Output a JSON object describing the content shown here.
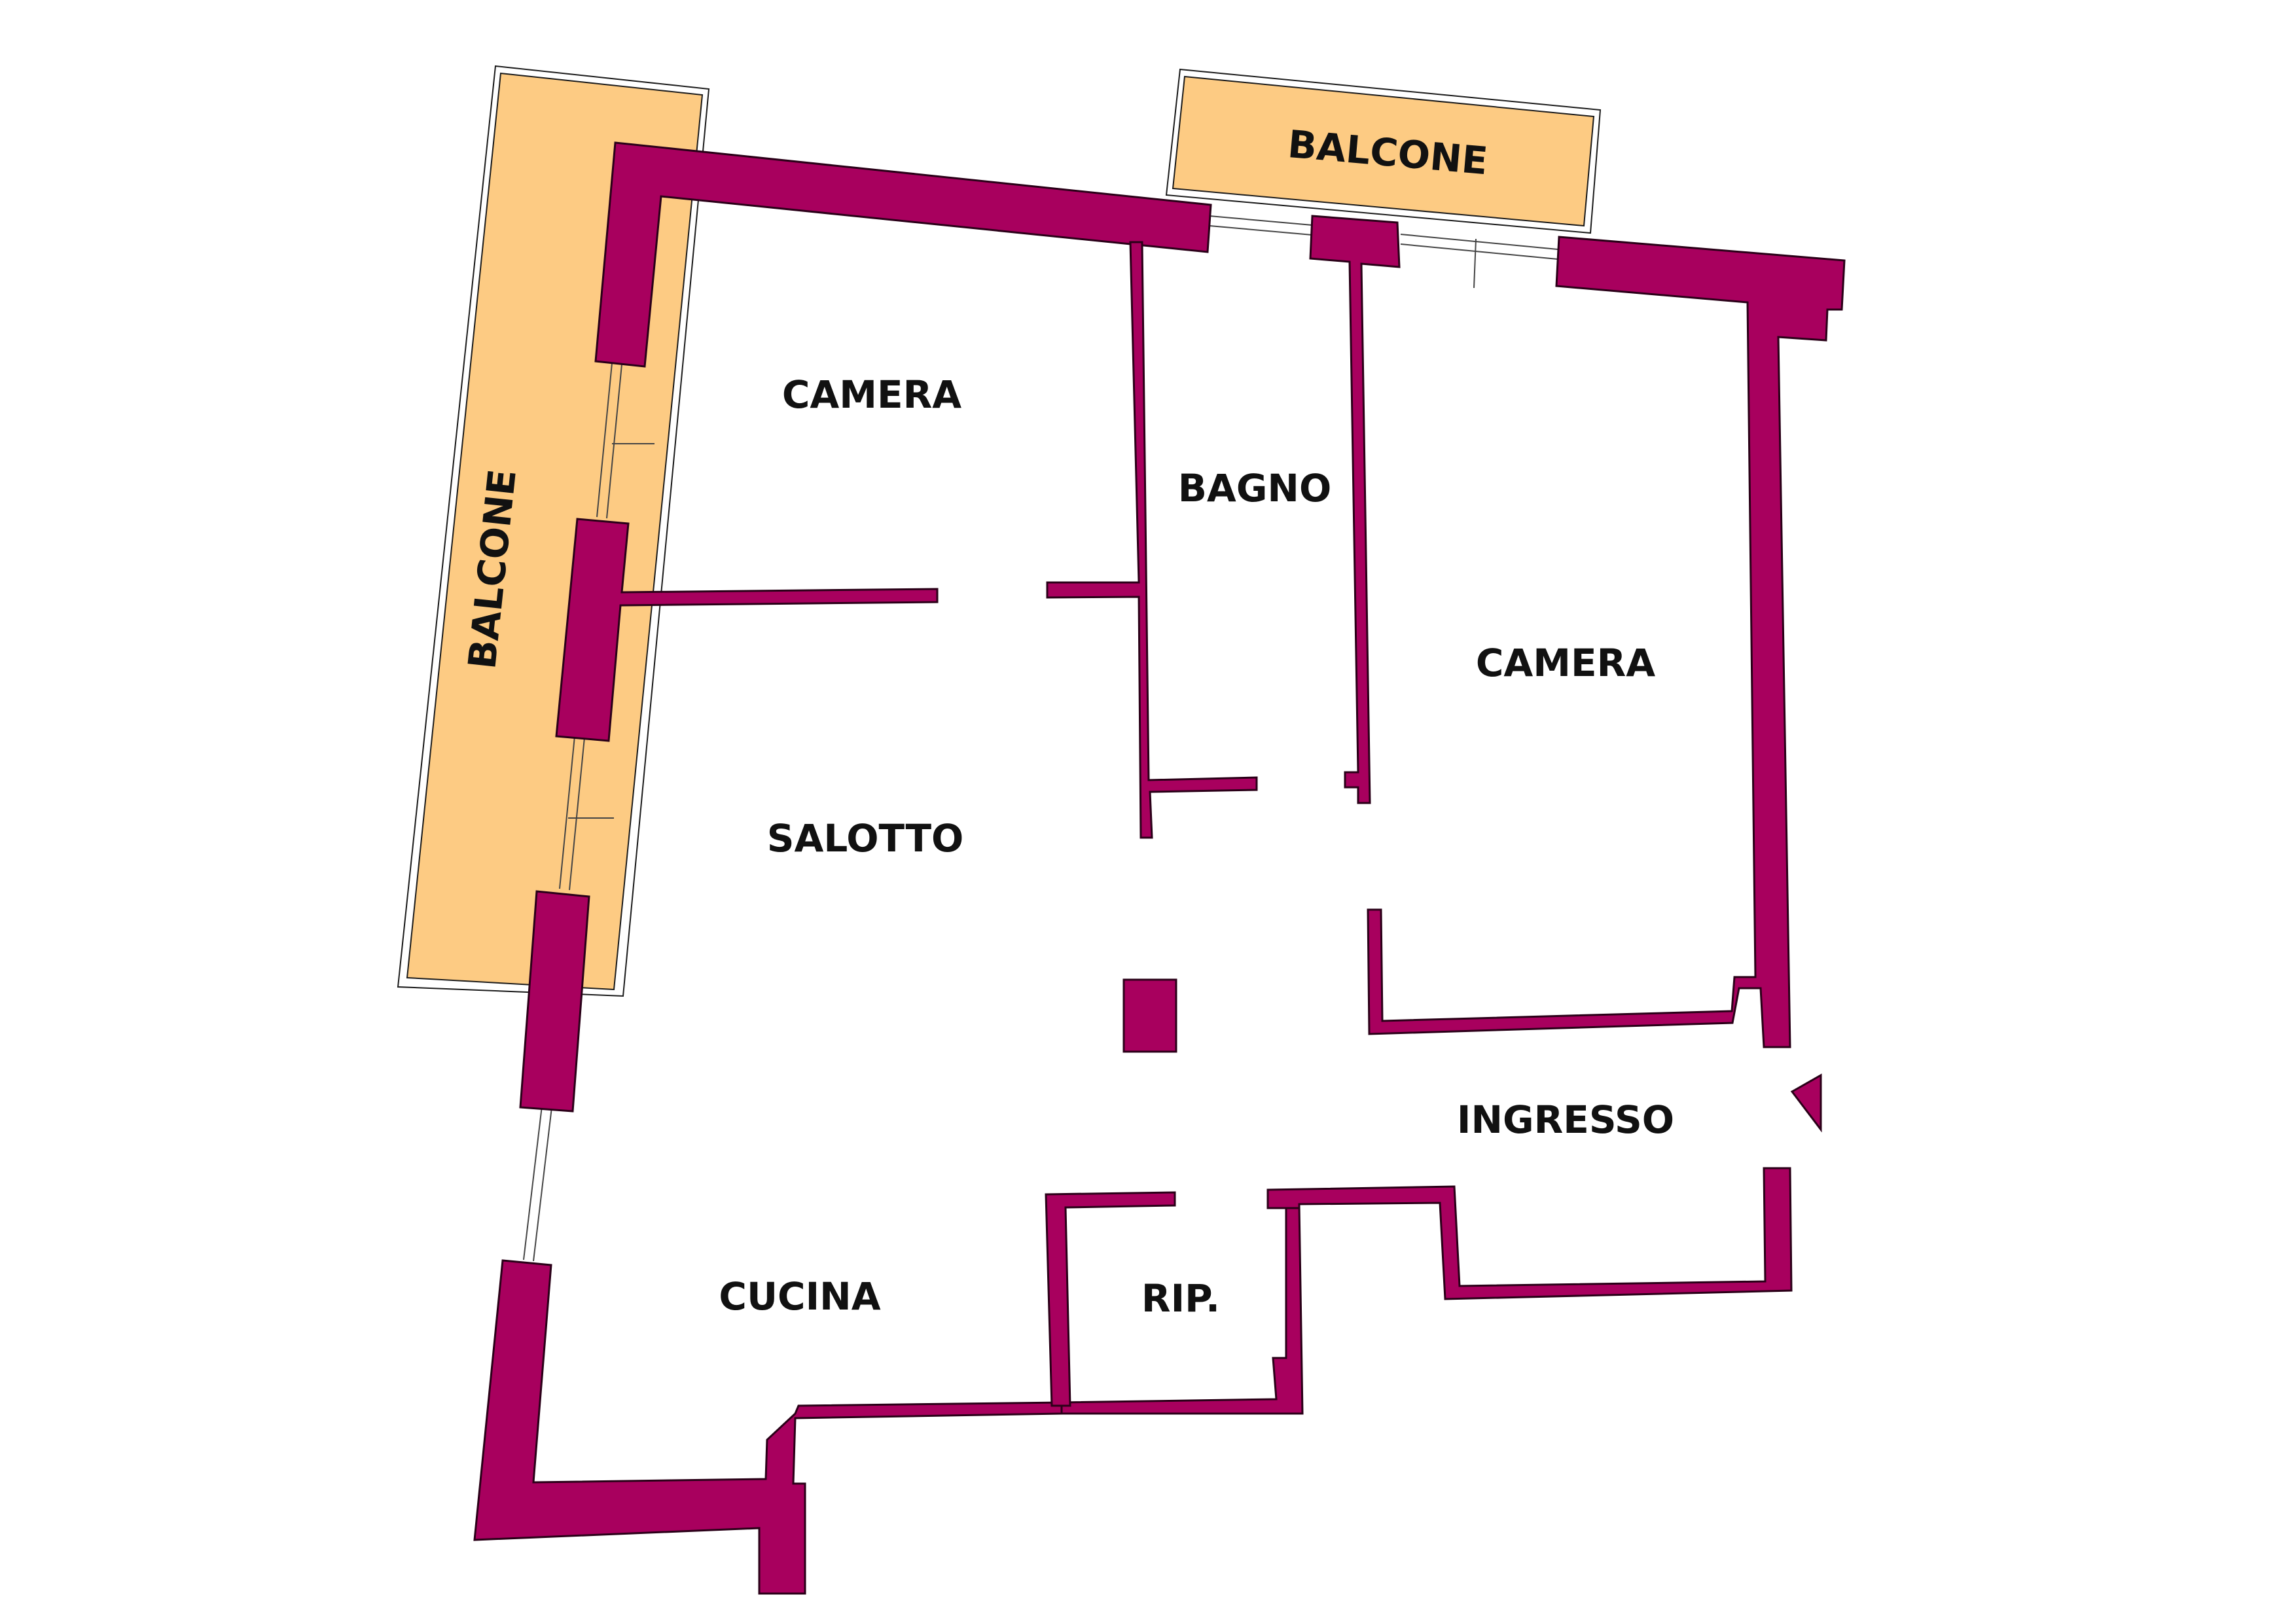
{
  "colors": {
    "wall": "#A8005E",
    "balcony": "#FDCB83",
    "text": "#111111",
    "background": "#FFFFFF"
  },
  "rooms": {
    "balcony_west": "BALCONE",
    "balcony_north": "BALCONE",
    "camera_nw": "CAMERA",
    "bagno": "BAGNO",
    "camera_east": "CAMERA",
    "salotto": "SALOTTO",
    "ingresso": "INGRESSO",
    "cucina": "CUCINA",
    "ripostiglio": "RIP."
  },
  "icons": {
    "entrance": "entrance-arrow-icon"
  }
}
